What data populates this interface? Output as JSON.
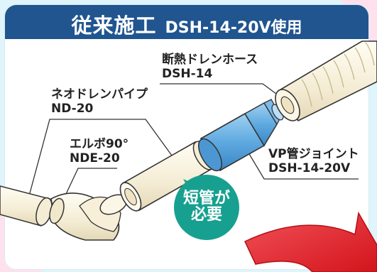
{
  "header": {
    "title": "従来施工",
    "subtitle": "DSH-14-20V使用"
  },
  "labels": {
    "hose": {
      "name": "断熱ドレンホース",
      "code": "DSH-14"
    },
    "pipe": {
      "name": "ネオドレンパイプ",
      "code": "ND-20"
    },
    "elbow": {
      "name": "エルボ90°",
      "code": "NDE-20"
    },
    "joint": {
      "name": "VP管ジョイント",
      "code": "DSH-14-20V"
    }
  },
  "badge": {
    "line1": "短管が",
    "line2": "必要"
  },
  "colors": {
    "header_bg": "#20558f",
    "badge_bg": "#17a090",
    "pipe_fill": "#f7f1de",
    "joint_fill": "#5ea9e0",
    "arrow_red": "#e8252d",
    "background_pink": "#ffe1ee",
    "background_cyan": "#dff4fb"
  }
}
